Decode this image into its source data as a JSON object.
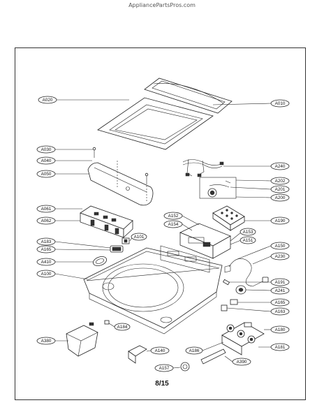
{
  "header": {
    "site_name": "AppliancePartsPros.com"
  },
  "footer": {
    "page_number": "8/15"
  },
  "callouts": [
    {
      "id": "A020",
      "label": "A020"
    },
    {
      "id": "A010",
      "label": "A010"
    },
    {
      "id": "A030",
      "label": "A030"
    },
    {
      "id": "A040",
      "label": "A040"
    },
    {
      "id": "A050",
      "label": "A050"
    },
    {
      "id": "A240",
      "label": "A240"
    },
    {
      "id": "A202",
      "label": "A202"
    },
    {
      "id": "A201",
      "label": "A201"
    },
    {
      "id": "A200",
      "label": "A200"
    },
    {
      "id": "A061",
      "label": "A061"
    },
    {
      "id": "A062",
      "label": "A062"
    },
    {
      "id": "A152",
      "label": "A152"
    },
    {
      "id": "A154",
      "label": "A154"
    },
    {
      "id": "A190",
      "label": "A190"
    },
    {
      "id": "A153",
      "label": "A153"
    },
    {
      "id": "A151",
      "label": "A151"
    },
    {
      "id": "A101",
      "label": "A101"
    },
    {
      "id": "A183",
      "label": "A183"
    },
    {
      "id": "A165",
      "label": "A165"
    },
    {
      "id": "A150",
      "label": "A150"
    },
    {
      "id": "A230",
      "label": "A230"
    },
    {
      "id": "A410",
      "label": "A410"
    },
    {
      "id": "A100",
      "label": "A100"
    },
    {
      "id": "A191",
      "label": "A191"
    },
    {
      "id": "A241",
      "label": "A241"
    },
    {
      "id": "A165b",
      "label": "A165"
    },
    {
      "id": "A163",
      "label": "A163"
    },
    {
      "id": "A184",
      "label": "A184"
    },
    {
      "id": "A180",
      "label": "A180"
    },
    {
      "id": "A380",
      "label": "A380"
    },
    {
      "id": "A140",
      "label": "A140"
    },
    {
      "id": "A186",
      "label": "A186"
    },
    {
      "id": "A181",
      "label": "A181"
    },
    {
      "id": "A157",
      "label": "A157"
    },
    {
      "id": "A390",
      "label": "A390"
    }
  ]
}
